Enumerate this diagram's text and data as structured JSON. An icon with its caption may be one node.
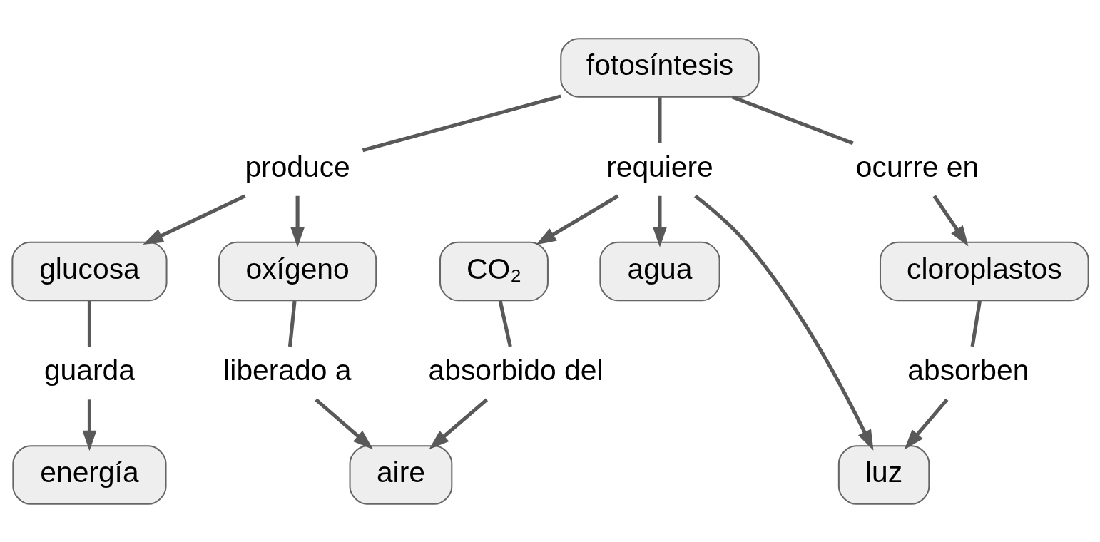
{
  "diagram": {
    "nodes": [
      {
        "text": [
          "fotosíntesis"
        ]
      },
      {
        "text": [
          "produce"
        ]
      },
      {
        "text": [
          "requiere"
        ]
      },
      {
        "text": [
          "ocurre en"
        ]
      },
      {
        "text": [
          "glucosa"
        ]
      },
      {
        "text": [
          "oxígeno"
        ]
      },
      {
        "text": [
          "CO₂"
        ]
      },
      {
        "text": [
          "agua"
        ]
      },
      {
        "text": [
          "luz"
        ]
      },
      {
        "text": [
          "cloroplastos"
        ]
      },
      {
        "text": [
          "absorben"
        ]
      },
      {
        "text": [
          "guarda"
        ]
      },
      {
        "text": [
          "liberado a"
        ]
      },
      {
        "text": [
          "absorbido del"
        ]
      },
      {
        "text": [
          "energía"
        ]
      },
      {
        "text": [
          "aire"
        ]
      }
    ],
    "edges": [
      {
        "from": 0,
        "to": 1,
        "arrow": "none"
      },
      {
        "from": 0,
        "to": 2,
        "arrow": "none"
      },
      {
        "from": 0,
        "to": 3,
        "arrow": "none"
      },
      {
        "from": 1,
        "to": 4,
        "arrow": "to"
      },
      {
        "from": 1,
        "to": 5,
        "arrow": "to"
      },
      {
        "from": 2,
        "to": 6,
        "arrow": "to"
      },
      {
        "from": 2,
        "to": 7,
        "arrow": "to"
      },
      {
        "from": 2,
        "to": 8,
        "arrow": "to"
      },
      {
        "from": 3,
        "to": 9,
        "arrow": "to"
      },
      {
        "from": 9,
        "to": 10,
        "arrow": "none"
      },
      {
        "from": 10,
        "to": 8,
        "arrow": "to"
      },
      {
        "from": 4,
        "to": 11,
        "arrow": "none"
      },
      {
        "from": 11,
        "to": 14,
        "arrow": "to"
      },
      {
        "from": 5,
        "to": 12,
        "arrow": "none"
      },
      {
        "from": 12,
        "to": 15,
        "arrow": "to"
      },
      {
        "from": 6,
        "to": 13,
        "arrow": "none"
      },
      {
        "from": 13,
        "to": 15,
        "arrow": "to"
      }
    ]
  }
}
